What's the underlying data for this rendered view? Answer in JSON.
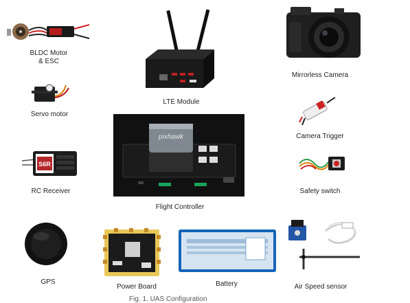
{
  "components": [
    {
      "id": "bldc",
      "label_line1": "BLDC Motor",
      "label_line2": "& ESC"
    },
    {
      "id": "servo",
      "label": "Servo motor"
    },
    {
      "id": "rc",
      "label": "RC Receiver"
    },
    {
      "id": "gps",
      "label": "GPS"
    },
    {
      "id": "lte",
      "label": "LTE Module"
    },
    {
      "id": "fc",
      "label": "Flight Controller"
    },
    {
      "id": "power",
      "label": "Power Board"
    },
    {
      "id": "battery",
      "label": "Battery"
    },
    {
      "id": "camera",
      "label": "Mirrorless Camera"
    },
    {
      "id": "trigger",
      "label": "Camera Trigger"
    },
    {
      "id": "safety",
      "label": "Safety switch"
    },
    {
      "id": "airspeed",
      "label": "Air Speed sensor"
    }
  ],
  "fc_brand_text": "pixhawk",
  "rc_brand_text": "S6R",
  "caption": "Fig. 1. UAS Configuration",
  "colors": {
    "background": "#ffffff",
    "fc_panel": "#111111",
    "pcb_blue": "#2c3f8f",
    "power_board": "#e9c85a",
    "battery": "#d6e4f2"
  }
}
